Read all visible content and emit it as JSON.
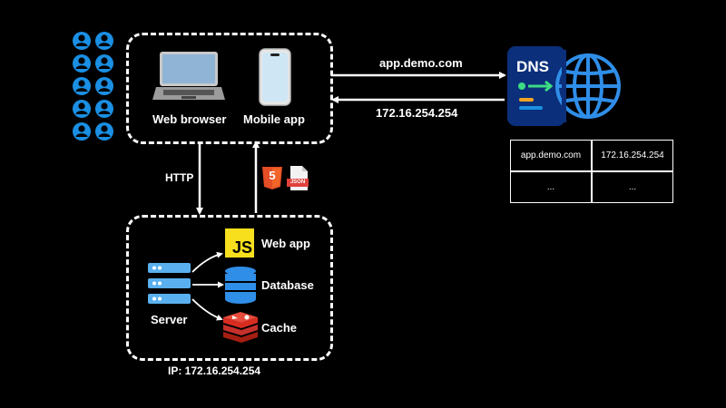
{
  "client": {
    "web_browser_label": "Web browser",
    "mobile_app_label": "Mobile app"
  },
  "dns": {
    "badge": "DNS",
    "request_label": "app.demo.com",
    "response_label": "172.16.254.254",
    "table": [
      [
        "app.demo.com",
        "172.16.254.254"
      ],
      [
        "...",
        "..."
      ]
    ]
  },
  "http_label": "HTTP",
  "json_icon_text": "JSON",
  "html5_icon_text": "5",
  "server": {
    "server_label": "Server",
    "items": [
      {
        "label": "Web app",
        "icon": "javascript-icon"
      },
      {
        "label": "Database",
        "icon": "database-icon"
      },
      {
        "label": "Cache",
        "icon": "redis-icon"
      }
    ],
    "js_badge": "JS",
    "ip_label": "IP: 172.16.254.254"
  },
  "colors": {
    "background": "#000000",
    "user_blue": "#1a8fe3",
    "server_blue": "#5ab0ee",
    "js_yellow": "#f7df1e",
    "html5_orange": "#e44d26",
    "redis_red": "#d82c20",
    "dns_navy": "#0b2f7a"
  }
}
